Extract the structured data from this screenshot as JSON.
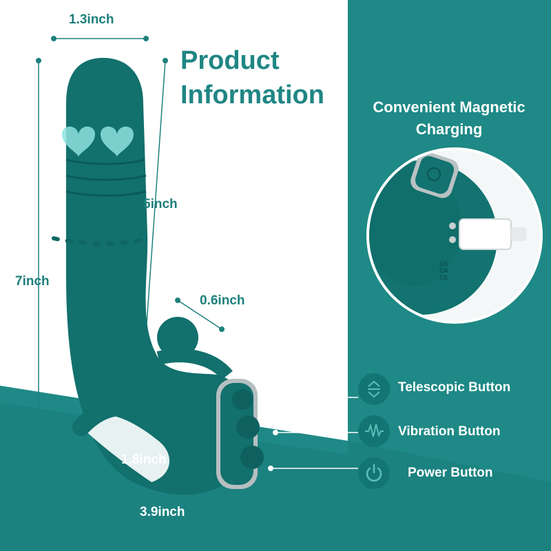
{
  "header": {
    "title_line1": "Product",
    "title_line2": "Information"
  },
  "dimensions": {
    "top_width": "1.3inch",
    "shaft_length": "5inch",
    "total_length": "7inch",
    "tip_width": "0.6inch",
    "clip_gap": "1.8inch",
    "base_length": "3.9inch"
  },
  "panel": {
    "title_line1": "Convenient Magnetic",
    "title_line2": "Charging",
    "charger_marks": {
      "line1": "UK",
      "line2": "CA",
      "line3": "CE"
    }
  },
  "buttons": [
    {
      "label": "Telescopic Button",
      "icon": "telescopic-arrows-icon"
    },
    {
      "label": "Vibration Button",
      "icon": "vibration-wave-icon"
    },
    {
      "label": "Power Button",
      "icon": "power-icon"
    }
  ],
  "colors": {
    "primary": "#1a7d7a",
    "product": "#12706d",
    "panel": "#1e8986"
  }
}
